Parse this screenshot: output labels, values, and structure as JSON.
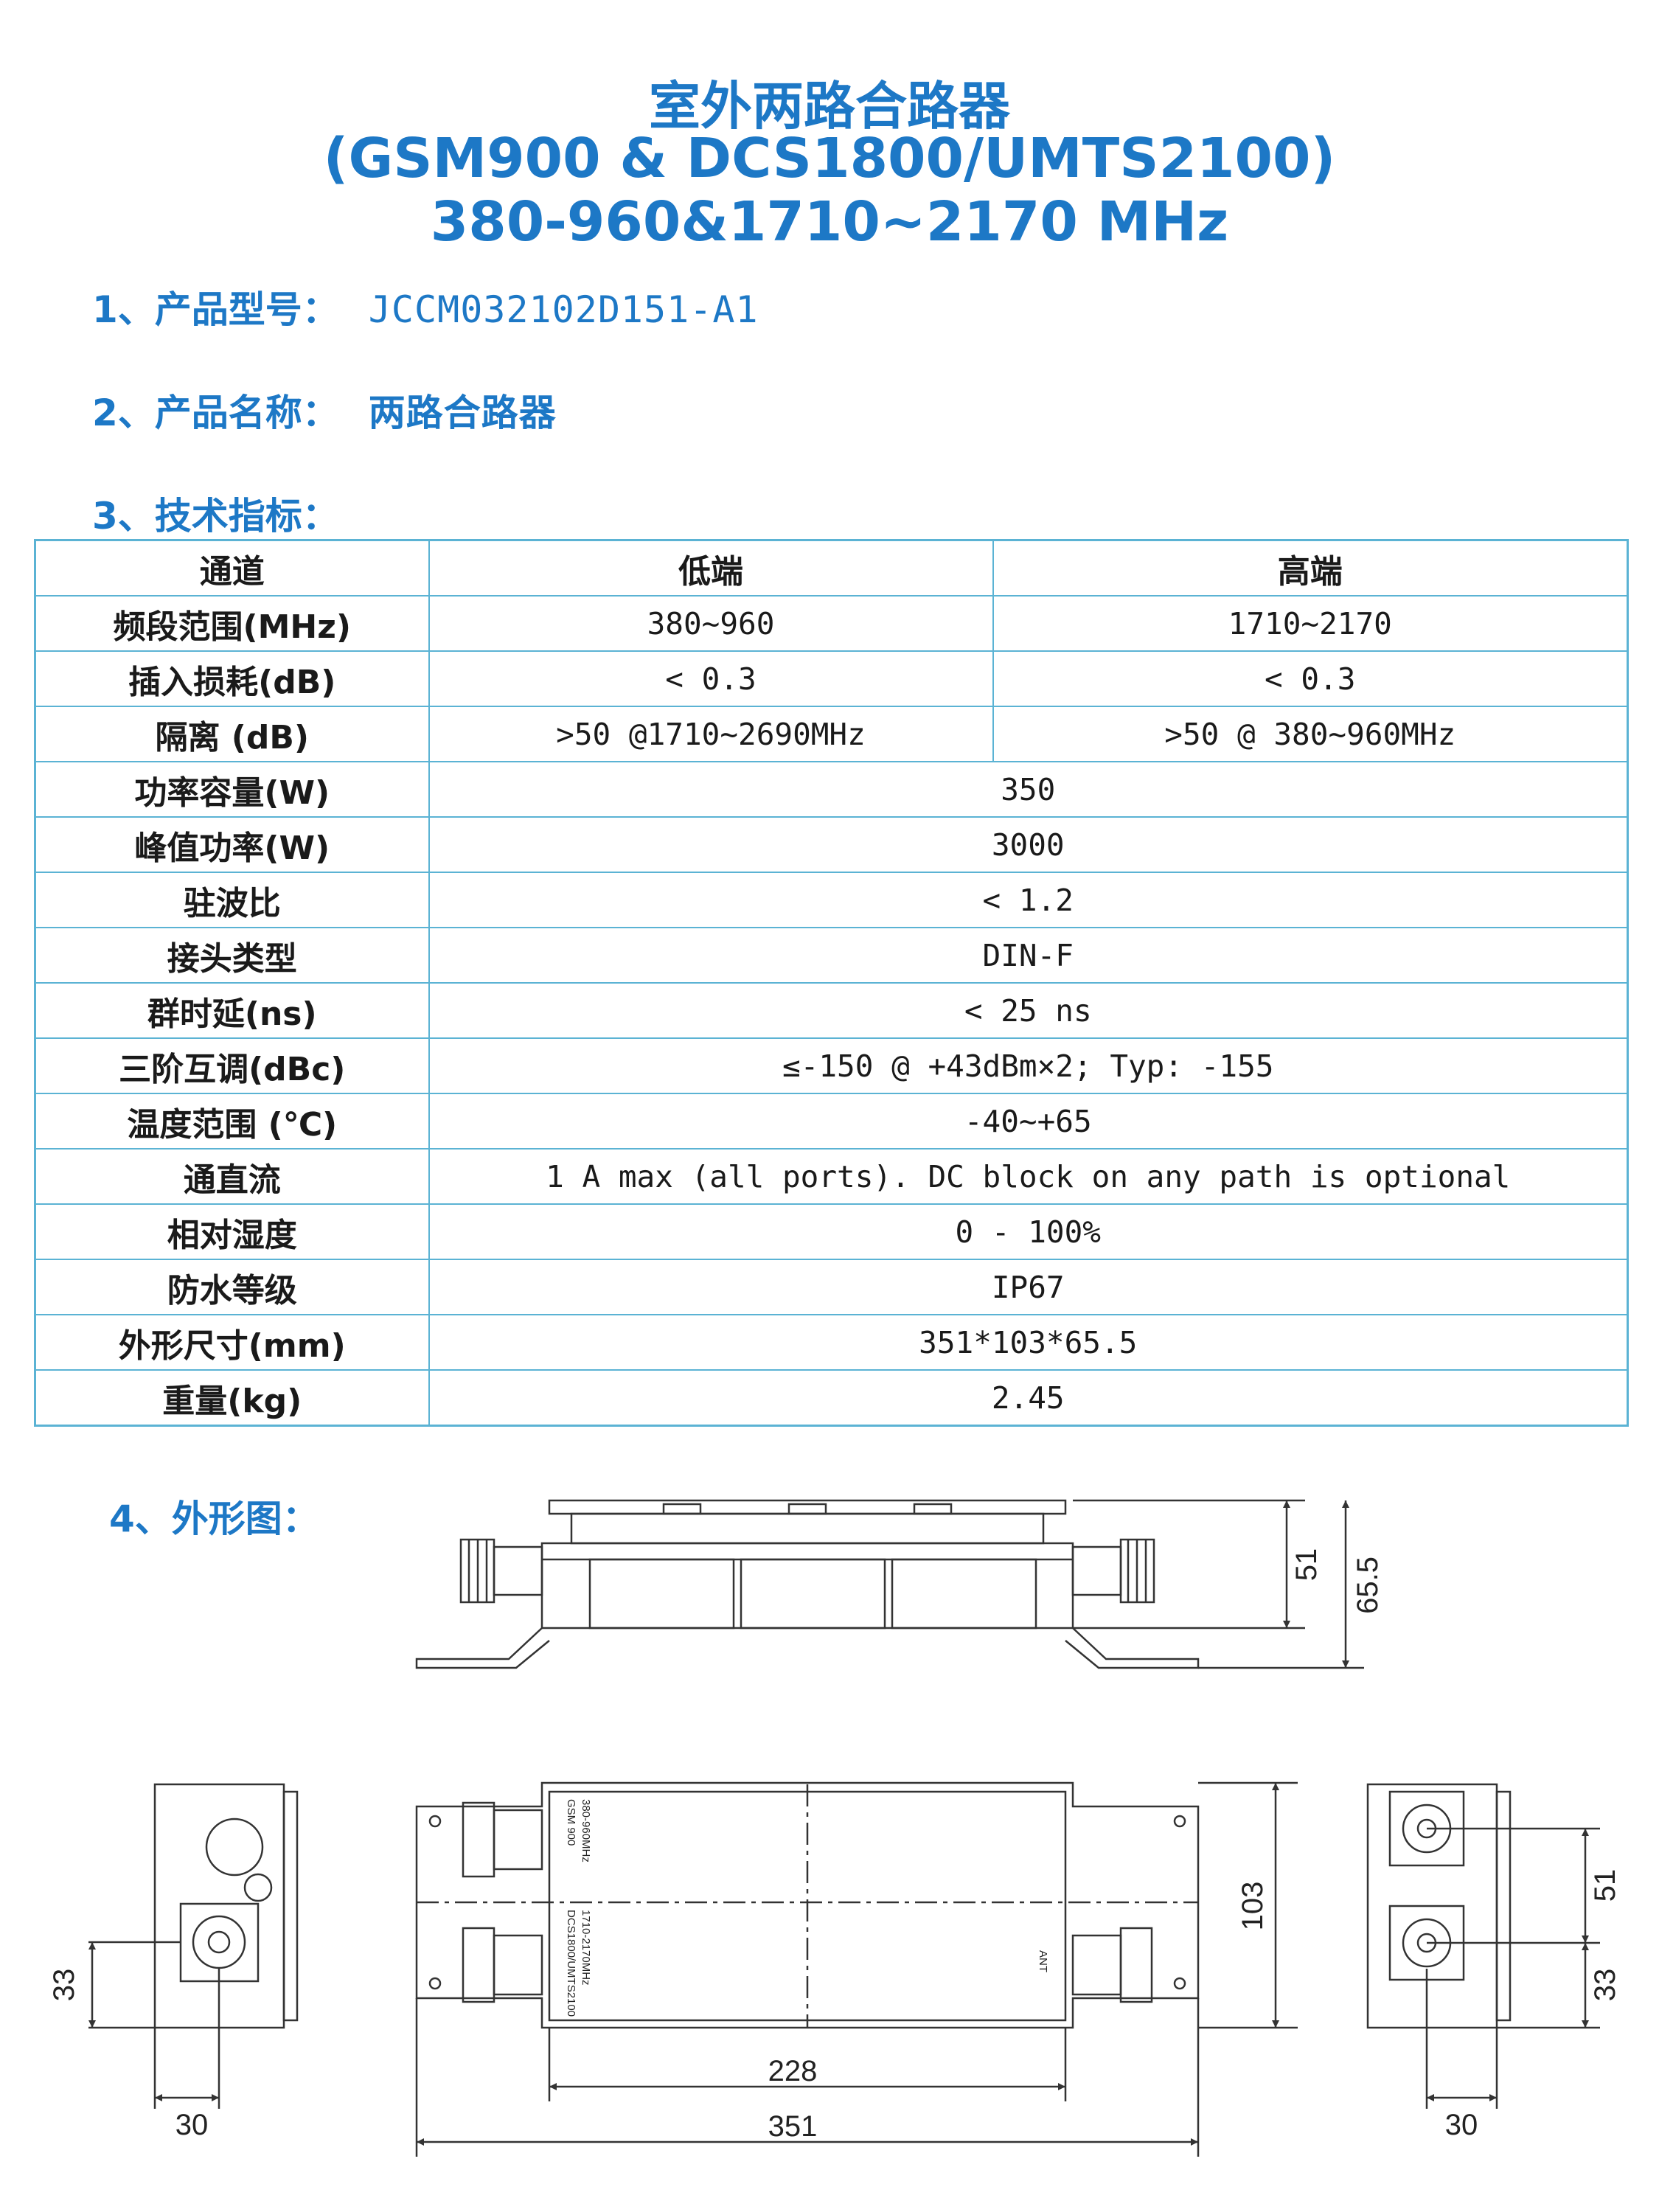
{
  "header": {
    "line1": "室外两路合路器",
    "line2": "(GSM900 & DCS1800/UMTS2100)",
    "line3": "380-960&1710~2170 MHz"
  },
  "section1": {
    "label": "1、产品型号：",
    "value": "JCCM032102D151-A1"
  },
  "section2": {
    "label": "2、产品名称：",
    "value": "两路合路器"
  },
  "section3": {
    "label": "3、技术指标："
  },
  "spec_table": {
    "headers": [
      "通道",
      "低端",
      "高端"
    ],
    "rows": [
      {
        "label": "频段范围(MHz)",
        "low": "380~960",
        "high": "1710~2170"
      },
      {
        "label": "插入损耗(dB)",
        "low": "< 0.3",
        "high": "< 0.3"
      },
      {
        "label": "隔离 (dB)",
        "low": ">50 @1710~2690MHz",
        "high": ">50 @ 380~960MHz"
      },
      {
        "label": "功率容量(W)",
        "value": "350"
      },
      {
        "label": "峰值功率(W)",
        "value": "3000"
      },
      {
        "label": "驻波比",
        "value": "< 1.2"
      },
      {
        "label": "接头类型",
        "value": "DIN-F"
      },
      {
        "label": "群时延(ns)",
        "value": "< 25 ns"
      },
      {
        "label": "三阶互调(dBc)",
        "value": "≤-150 @ +43dBm×2; Typ: -155"
      },
      {
        "label": "温度范围 (℃)",
        "value": "-40~+65"
      },
      {
        "label": "通直流",
        "value": "1 A max (all ports). DC block on any path is optional"
      },
      {
        "label": "相对湿度",
        "value": "0 - 100%"
      },
      {
        "label": "防水等级",
        "value": "IP67"
      },
      {
        "label": "外形尺寸(mm)",
        "value": "351*103*65.5"
      },
      {
        "label": "重量(kg)",
        "value": "2.45"
      }
    ]
  },
  "section4": {
    "label": "4、外形图："
  },
  "drawing": {
    "side_dims": [
      "51",
      "65.5"
    ],
    "top_dims": [
      "103",
      "228",
      "351"
    ],
    "top_labels": [
      "GSM 900",
      "380-960MHz",
      "DCS1800/UMTS2100",
      "1710-2170MHz",
      "ANT"
    ],
    "left_dims": [
      "33",
      "30"
    ],
    "right_dims": [
      "51",
      "33",
      "30"
    ]
  },
  "colors": {
    "accent": "#1d78c6",
    "table_border": "#5bb3d4",
    "line": "#333333"
  }
}
